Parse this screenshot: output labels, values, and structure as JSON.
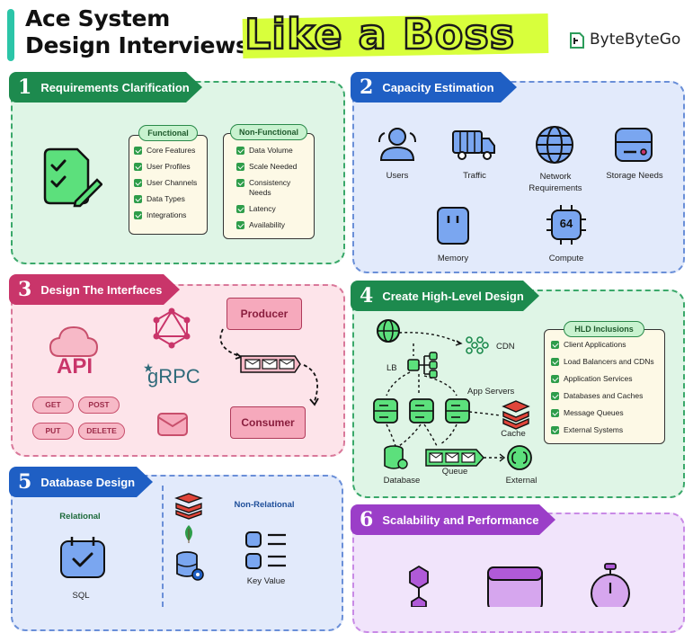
{
  "header": {
    "title_line1": "Ace System",
    "title_line2": "Design Interviews",
    "highlight": "Like a Boss",
    "brand": "ByteByteGo"
  },
  "sections": {
    "requirements": {
      "number": "1",
      "title": "Requirements Clarification",
      "functional": {
        "heading": "Functional",
        "items": [
          "Core Features",
          "User Profiles",
          "User Channels",
          "Data Types",
          "Integrations"
        ]
      },
      "non_functional": {
        "heading": "Non-Functional",
        "items": [
          "Data Volume",
          "Scale Needed",
          "Consistency Needs",
          "Latency",
          "Availability"
        ]
      }
    },
    "capacity": {
      "number": "2",
      "title": "Capacity Estimation",
      "items": [
        "Users",
        "Traffic",
        "Network Requirements",
        "Storage Needs",
        "Memory",
        "Compute"
      ],
      "chip_text": "64"
    },
    "interfaces": {
      "number": "3",
      "title": "Design The Interfaces",
      "api_label": "API",
      "grpc_label": "gRPC",
      "methods": [
        "GET",
        "POST",
        "PUT",
        "DELETE"
      ],
      "producer": "Producer",
      "consumer": "Consumer"
    },
    "hld": {
      "number": "4",
      "title": "Create High-Level Design",
      "labels": {
        "cdn": "CDN",
        "lb": "LB",
        "app_servers": "App Servers",
        "cache": "Cache",
        "database": "Database",
        "queue": "Queue",
        "external": "External"
      },
      "inclusions": {
        "heading": "HLD Inclusions",
        "items": [
          "Client Applications",
          "Load Balancers and CDNs",
          "Application Services",
          "Databases and Caches",
          "Message Queues",
          "External Systems"
        ]
      }
    },
    "database": {
      "number": "5",
      "title": "Database Design",
      "relational": "Relational",
      "non_relational": "Non-Relational",
      "sql": "SQL",
      "key_value": "Key Value"
    },
    "scalability": {
      "number": "6",
      "title": "Scalability and Performance"
    }
  },
  "colors": {
    "green_panel": "#dff5e6",
    "blue_panel": "#e2eafb",
    "pink_panel": "#fde4ea",
    "purple_panel": "#f1e4fb",
    "green_tab": "#1d8a4e",
    "blue_tab": "#1f5fc4",
    "pink_tab": "#c9356a",
    "purple_tab": "#9b3ec8",
    "highlight": "#d8ff3c"
  }
}
